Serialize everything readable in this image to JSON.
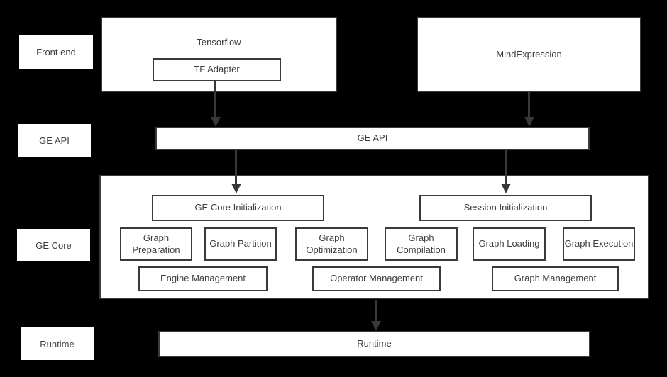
{
  "colors": {
    "background": "#000000",
    "box_fill": "#ffffff",
    "box_border": "#3a3a3a",
    "text": "#3d3d3d",
    "arrow": "#383838"
  },
  "side_labels": {
    "front_end": "Front end",
    "ge_api": "GE API",
    "ge_core": "GE Core",
    "runtime": "Runtime"
  },
  "front_end": {
    "tensorflow_title": "Tensorflow",
    "tf_adapter": "TF Adapter",
    "mind_expression": "MindExpression"
  },
  "ge_api_bar": "GE API",
  "ge_core": {
    "ge_core_initialization": "GE Core Initialization",
    "session_initialization": "Session Initialization",
    "modules": [
      "Graph Preparation",
      "Graph Partition",
      "Graph Optimization",
      "Graph Compilation",
      "Graph Loading",
      "Graph Execution"
    ],
    "management": [
      "Engine Management",
      "Operator Management",
      "Graph Management"
    ]
  },
  "runtime_bar": "Runtime"
}
